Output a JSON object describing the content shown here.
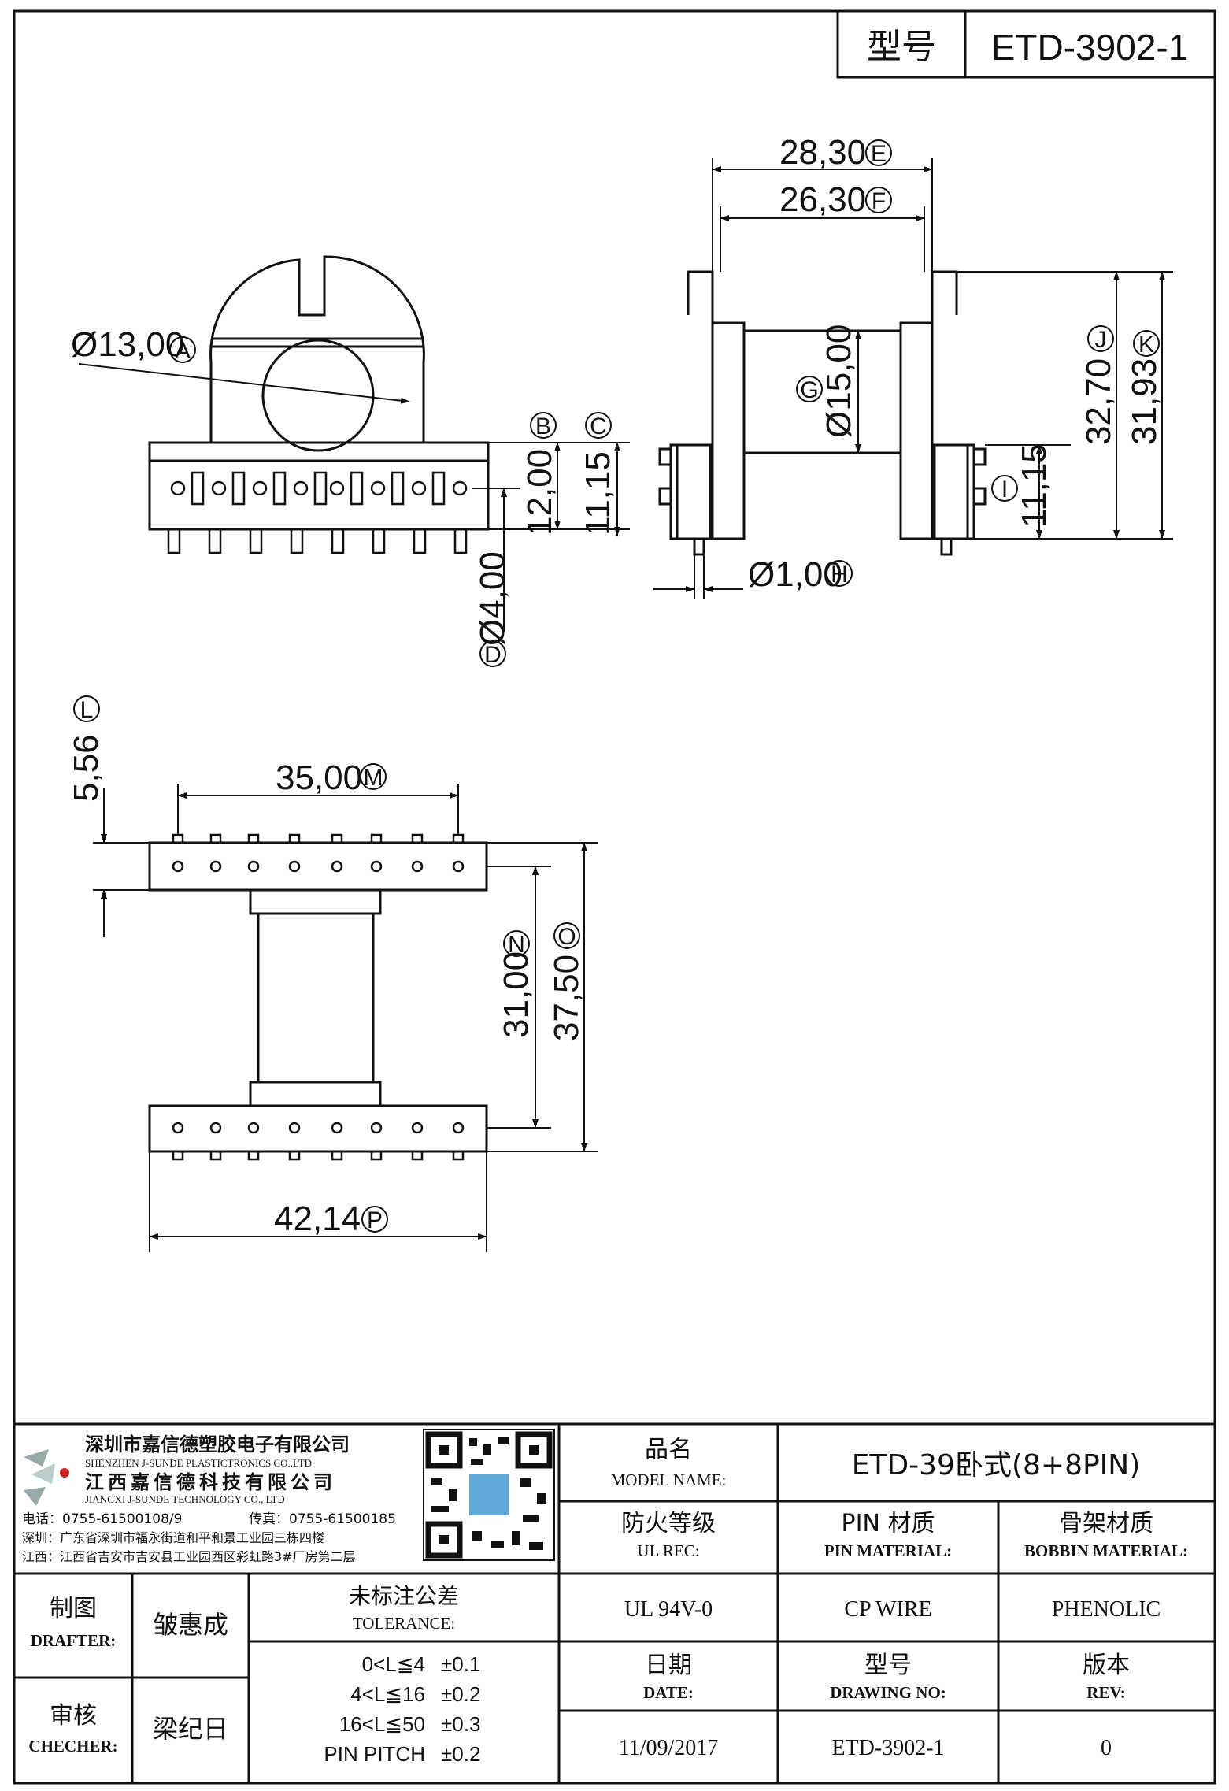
{
  "header": {
    "model_label": "型号",
    "model_value": "ETD-3902-1"
  },
  "dimensions": {
    "dia13": "Ø13,00",
    "a": "A",
    "b": "B",
    "c": "C",
    "h12": "12,00",
    "h1115": "11,15",
    "dia4": "Ø4,00",
    "d": "D",
    "w2830": "28,30",
    "e": "E",
    "w2630": "26,30",
    "f": "F",
    "dia15": "Ø15,00",
    "g": "G",
    "h3270": "32,70",
    "j": "J",
    "h3193": "31,93",
    "k": "K",
    "i1115": "11,15",
    "i": "I",
    "dia1": "Ø1,00",
    "h": "H",
    "l556": "5,56",
    "l": "L",
    "m3500": "35,00",
    "m": "M",
    "n3100": "31,00",
    "n": "N",
    "o3750": "37,50",
    "o": "O",
    "p4214": "42,14",
    "p": "P"
  },
  "company": {
    "name_cn": "深圳市嘉信德塑胶电子有限公司",
    "name_en": "SHENZHEN J-SUNDE PLASTICTRONICS CO.,LTD",
    "name2_cn": "江西嘉信德科技有限公司",
    "name2_en": "JIANGXI J-SUNDE TECHNOLOGY CO., LTD",
    "tel": "电话：0755-61500108/9",
    "fax": "传真：0755-61500185",
    "addr_sz": "深圳：广东省深圳市福永街道和平和景工业园三栋四楼",
    "addr_jx": "江西：江西省吉安市吉安县工业园西区彩虹路3#厂房第二层"
  },
  "title_block": {
    "model_name_cn": "品名",
    "model_name_en": "MODEL NAME:",
    "model_name_value": "ETD-39卧式(8+8PIN)",
    "ul_cn": "防火等级",
    "ul_en": "UL REC:",
    "ul_value": "UL 94V-0",
    "pin_cn": "PIN 材质",
    "pin_en": "PIN MATERIAL:",
    "pin_value": "CP WIRE",
    "bobbin_cn": "骨架材质",
    "bobbin_en": "BOBBIN MATERIAL:",
    "bobbin_value": "PHENOLIC",
    "drafter_cn": "制图",
    "drafter_en": "DRAFTER:",
    "drafter_value": "皱惠成",
    "checker_cn": "审核",
    "checker_en": "CHECHER:",
    "checker_value": "梁纪日",
    "tolerance_cn": "未标注公差",
    "tolerance_en": "TOLERANCE:",
    "tolerances": [
      {
        "range": "0<L≦4",
        "value": "±0.1"
      },
      {
        "range": "4<L≦16",
        "value": "±0.2"
      },
      {
        "range": "16<L≦50",
        "value": "±0.3"
      },
      {
        "range": "PIN PITCH",
        "value": "±0.2"
      }
    ],
    "date_cn": "日期",
    "date_en": "DATE:",
    "date_value": "11/09/2017",
    "drawing_cn": "型号",
    "drawing_en": "DRAWING NO:",
    "drawing_value": "ETD-3902-1",
    "rev_cn": "版本",
    "rev_en": "REV:",
    "rev_value": "0"
  }
}
